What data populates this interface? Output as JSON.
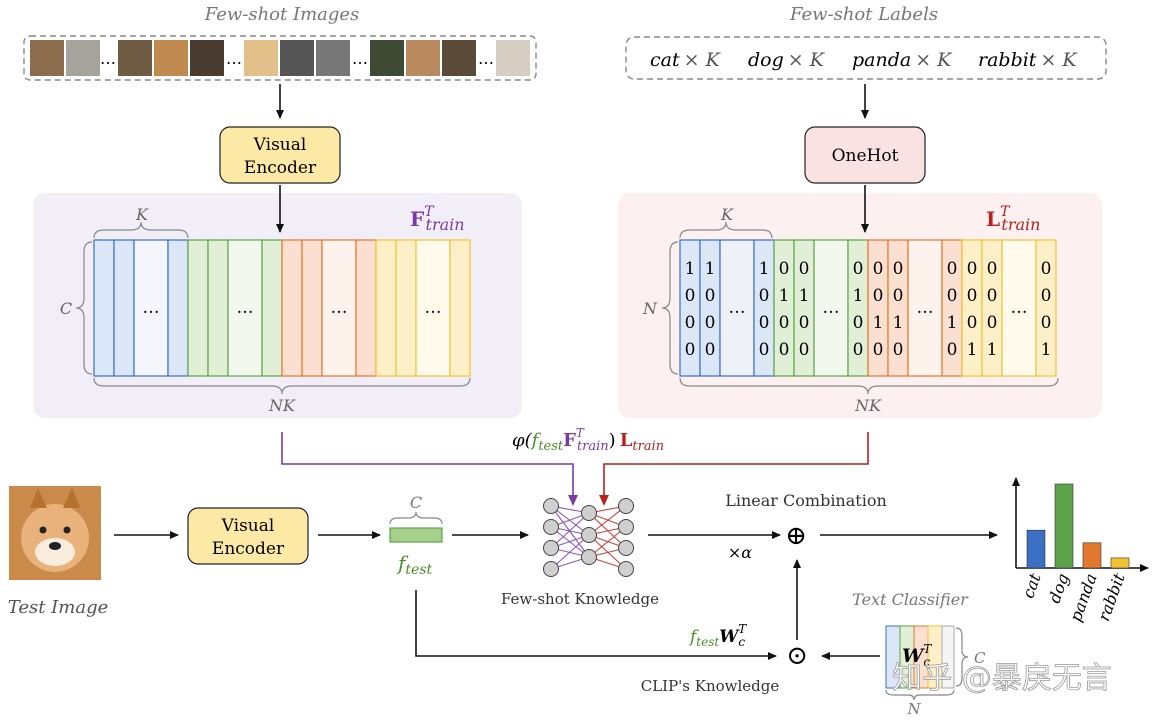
{
  "top": {
    "few_shot_images_title": "Few-shot Images",
    "few_shot_labels_title": "Few-shot Labels",
    "labels": [
      {
        "name": "cat",
        "times": "× K"
      },
      {
        "name": "dog",
        "times": "× K"
      },
      {
        "name": "panda",
        "times": "× K"
      },
      {
        "name": "rabbit",
        "times": "× K"
      }
    ],
    "dots": "…"
  },
  "encoders": {
    "visual_encoder_line1": "Visual",
    "visual_encoder_line2": "Encoder",
    "onehot": "OneHot"
  },
  "features": {
    "matrix_symbol": "F",
    "sup": "T",
    "sub": "train",
    "k_label": "K",
    "c_label": "C",
    "nk_label": "NK",
    "dots": "…"
  },
  "labels_matrix": {
    "matrix_symbol": "L",
    "sup": "T",
    "sub": "train",
    "k_label": "K",
    "n_label": "N",
    "nk_label": "NK",
    "dots": "…",
    "columns": [
      [
        "1",
        "0",
        "0",
        "0"
      ],
      [
        "1",
        "0",
        "0",
        "0"
      ],
      [
        "1",
        "0",
        "0",
        "0"
      ],
      [
        "0",
        "1",
        "0",
        "0"
      ],
      [
        "0",
        "1",
        "0",
        "0"
      ],
      [
        "0",
        "1",
        "0",
        "0"
      ],
      [
        "0",
        "0",
        "1",
        "0"
      ],
      [
        "0",
        "0",
        "1",
        "0"
      ],
      [
        "0",
        "0",
        "1",
        "0"
      ],
      [
        "0",
        "0",
        "0",
        "1"
      ],
      [
        "0",
        "0",
        "0",
        "1"
      ],
      [
        "0",
        "0",
        "0",
        "1"
      ]
    ]
  },
  "formula": {
    "phi": "φ(",
    "f": "f",
    "f_sub": "test",
    "F": "F",
    "F_sup": "T",
    "F_sub": "train",
    "close": ")",
    "L": "L",
    "L_sub": "train"
  },
  "bottom": {
    "test_image": "Test Image",
    "f_test": "f",
    "f_test_sub": "test",
    "c_label": "C",
    "few_shot_knowledge": "Few-shot Knowledge",
    "linear_combination": "Linear Combination",
    "times_alpha": "×α",
    "plus_symbol": "⊕",
    "odot_symbol": "⊙",
    "clip_knowledge": "CLIP's Knowledge",
    "text_classifier": "Text Classifier",
    "fw_f": "f",
    "fw_sub": "test",
    "fw_W": "W",
    "fw_W_sup": "T",
    "fw_W_sub": "c",
    "wc_W": "W",
    "wc_sup": "T",
    "wc_sub": "c",
    "n_label": "N"
  },
  "chart_data": {
    "type": "bar",
    "categories": [
      "cat",
      "dog",
      "panda",
      "rabbit"
    ],
    "values": [
      0.45,
      1.0,
      0.3,
      0.12
    ],
    "colors": [
      "#3b6fc4",
      "#5ea34a",
      "#e2772e",
      "#f2c132"
    ]
  },
  "watermark": "知乎 @暴戾无言",
  "colors": {
    "blue": "#dbe7f6",
    "blue_stroke": "#3b6fc4",
    "green": "#e0efd6",
    "green_stroke": "#5ea34a",
    "orange": "#fbe0d1",
    "orange_stroke": "#e2772e",
    "yellow": "#fdf0c8",
    "yellow_stroke": "#f2c132",
    "purple_arrow": "#7a3aa6",
    "red_arrow": "#b5241f",
    "encoder_fill": "#fde9a6",
    "encoder_stroke": "#d9a400",
    "onehot_fill": "#fbe2e2",
    "f_test_fill": "#a8d08d",
    "green_text": "#4c8c2a"
  }
}
